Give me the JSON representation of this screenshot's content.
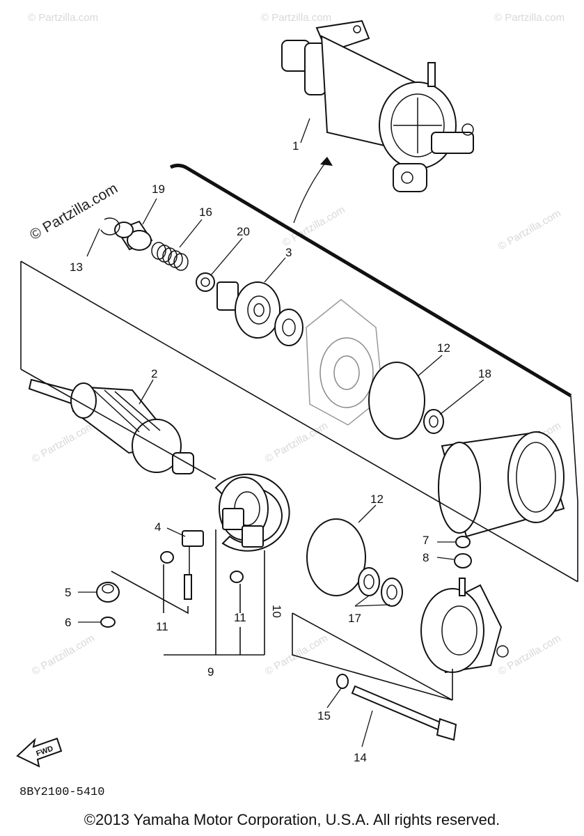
{
  "watermark": {
    "text": "© Partzilla.com",
    "faint_text": "© Partzilla.com"
  },
  "callouts": {
    "c1": "1",
    "c2": "2",
    "c3": "3",
    "c4": "4",
    "c5": "5",
    "c6": "6",
    "c7": "7",
    "c8": "8",
    "c9": "9",
    "c10": "10",
    "c11a": "11",
    "c11b": "11",
    "c12a": "12",
    "c12b": "12",
    "c13": "13",
    "c14": "14",
    "c15": "15",
    "c16": "16",
    "c17": "17",
    "c18": "18",
    "c19": "19",
    "c20": "20"
  },
  "fwd_label": "FWD",
  "part_code": "8BY2100-5410",
  "copyright": "©2013  Yamaha Motor Corporation, U.S.A. All rights reserved.",
  "colors": {
    "ink": "#111111",
    "watermark": "#d8d8d8",
    "background": "#ffffff"
  }
}
